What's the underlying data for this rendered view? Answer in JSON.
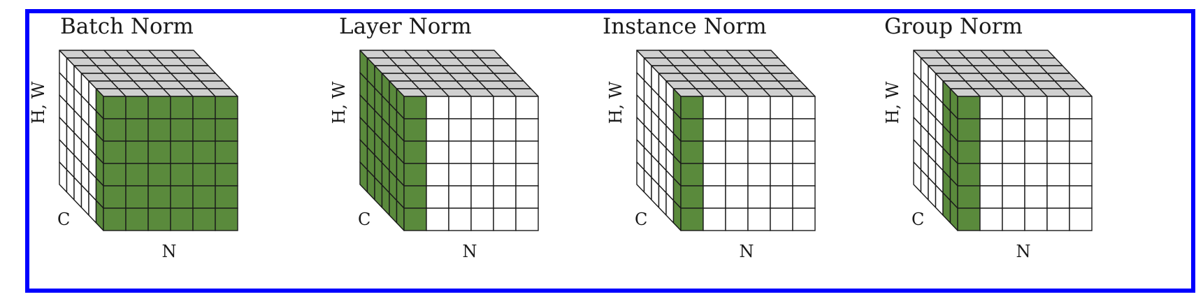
{
  "colors": {
    "border": "#0000ff",
    "highlight": "#5a8a3c",
    "top_face": "#d0d0d0",
    "face": "#ffffff",
    "grid_line": "#1a1a1a"
  },
  "panels": [
    {
      "title": "Batch Norm",
      "axis_hw": "H, W",
      "axis_c": "C",
      "axis_n": "N",
      "highlight": "batch"
    },
    {
      "title": "Layer Norm",
      "axis_hw": "H, W",
      "axis_c": "C",
      "axis_n": "N",
      "highlight": "layer"
    },
    {
      "title": "Instance Norm",
      "axis_hw": "H, W",
      "axis_c": "C",
      "axis_n": "N",
      "highlight": "instance"
    },
    {
      "title": "Group Norm",
      "axis_hw": "H, W",
      "axis_c": "C",
      "axis_n": "N",
      "highlight": "group"
    }
  ],
  "grid": {
    "n_cells": 6,
    "c_cells": 6,
    "hw_cells": 6,
    "group_size": 2
  }
}
